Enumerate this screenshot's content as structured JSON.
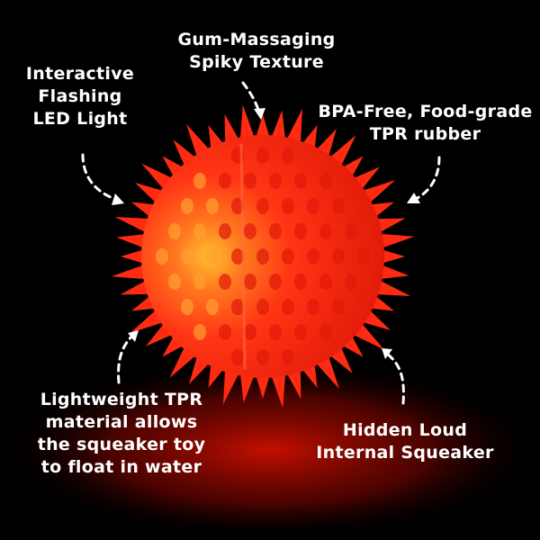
{
  "colors": {
    "background": "#000000",
    "ball": "#ff2a12",
    "glow_core": "#ffb020",
    "floor_glow": "#c40a00",
    "text": "#ffffff"
  },
  "labels": {
    "led": [
      "Interactive",
      "Flashing",
      "LED Light"
    ],
    "texture": [
      "Gum-Massaging",
      "Spiky Texture"
    ],
    "rubber": [
      "BPA-Free, Food-grade",
      "TPR rubber"
    ],
    "float": [
      "Lightweight TPR",
      "material allows",
      "the squeaker toy",
      "to float in water"
    ],
    "squeaker": [
      "Hidden Loud",
      "Internal Squeaker"
    ]
  }
}
